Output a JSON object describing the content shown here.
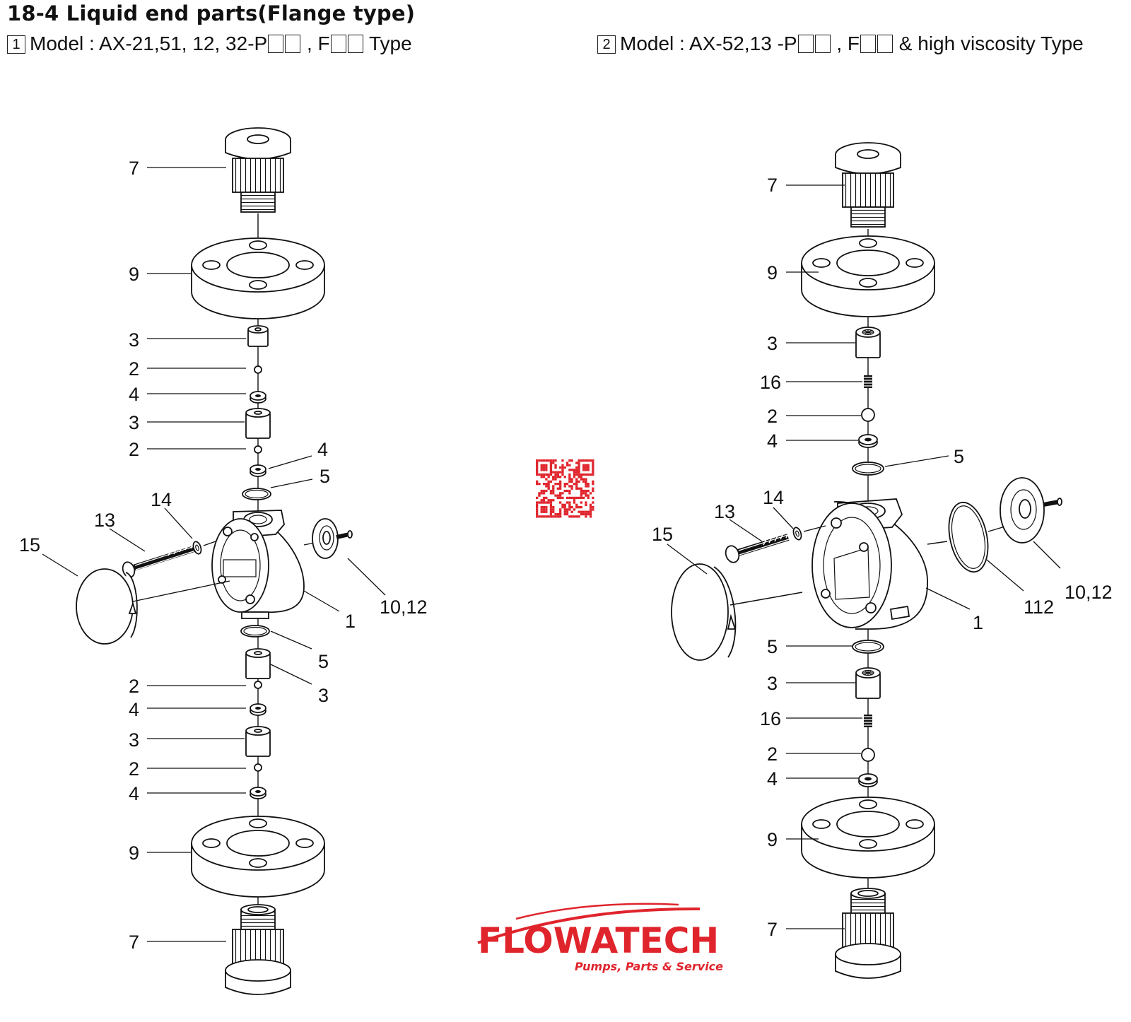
{
  "heading": "18-4 Liquid end parts(Flange type)",
  "models": {
    "left": {
      "number": "1",
      "prefix": "Model : AX-21,51, 12, 32-P",
      "mid": " , F",
      "suffix": " Type"
    },
    "right": {
      "number": "2",
      "prefix": "Model : AX-52,13 -P",
      "mid": " , F",
      "suffix": " & high viscosity Type"
    }
  },
  "callouts": {
    "left": [
      "7",
      "9",
      "3",
      "2",
      "4",
      "3",
      "2",
      "4",
      "5",
      "13",
      "14",
      "15",
      "10,12",
      "1",
      "5",
      "3",
      "2",
      "4",
      "3",
      "2",
      "4",
      "9",
      "7"
    ],
    "right": [
      "7",
      "9",
      "3",
      "16",
      "2",
      "4",
      "5",
      "13",
      "14",
      "15",
      "112",
      "10,12",
      "1",
      "5",
      "3",
      "16",
      "2",
      "4",
      "9",
      "7"
    ]
  },
  "logo": {
    "name": "FLOWATECH",
    "tagline": "Pumps, Parts & Service",
    "color": "#e0242c"
  },
  "qr_color": "#e0242c"
}
